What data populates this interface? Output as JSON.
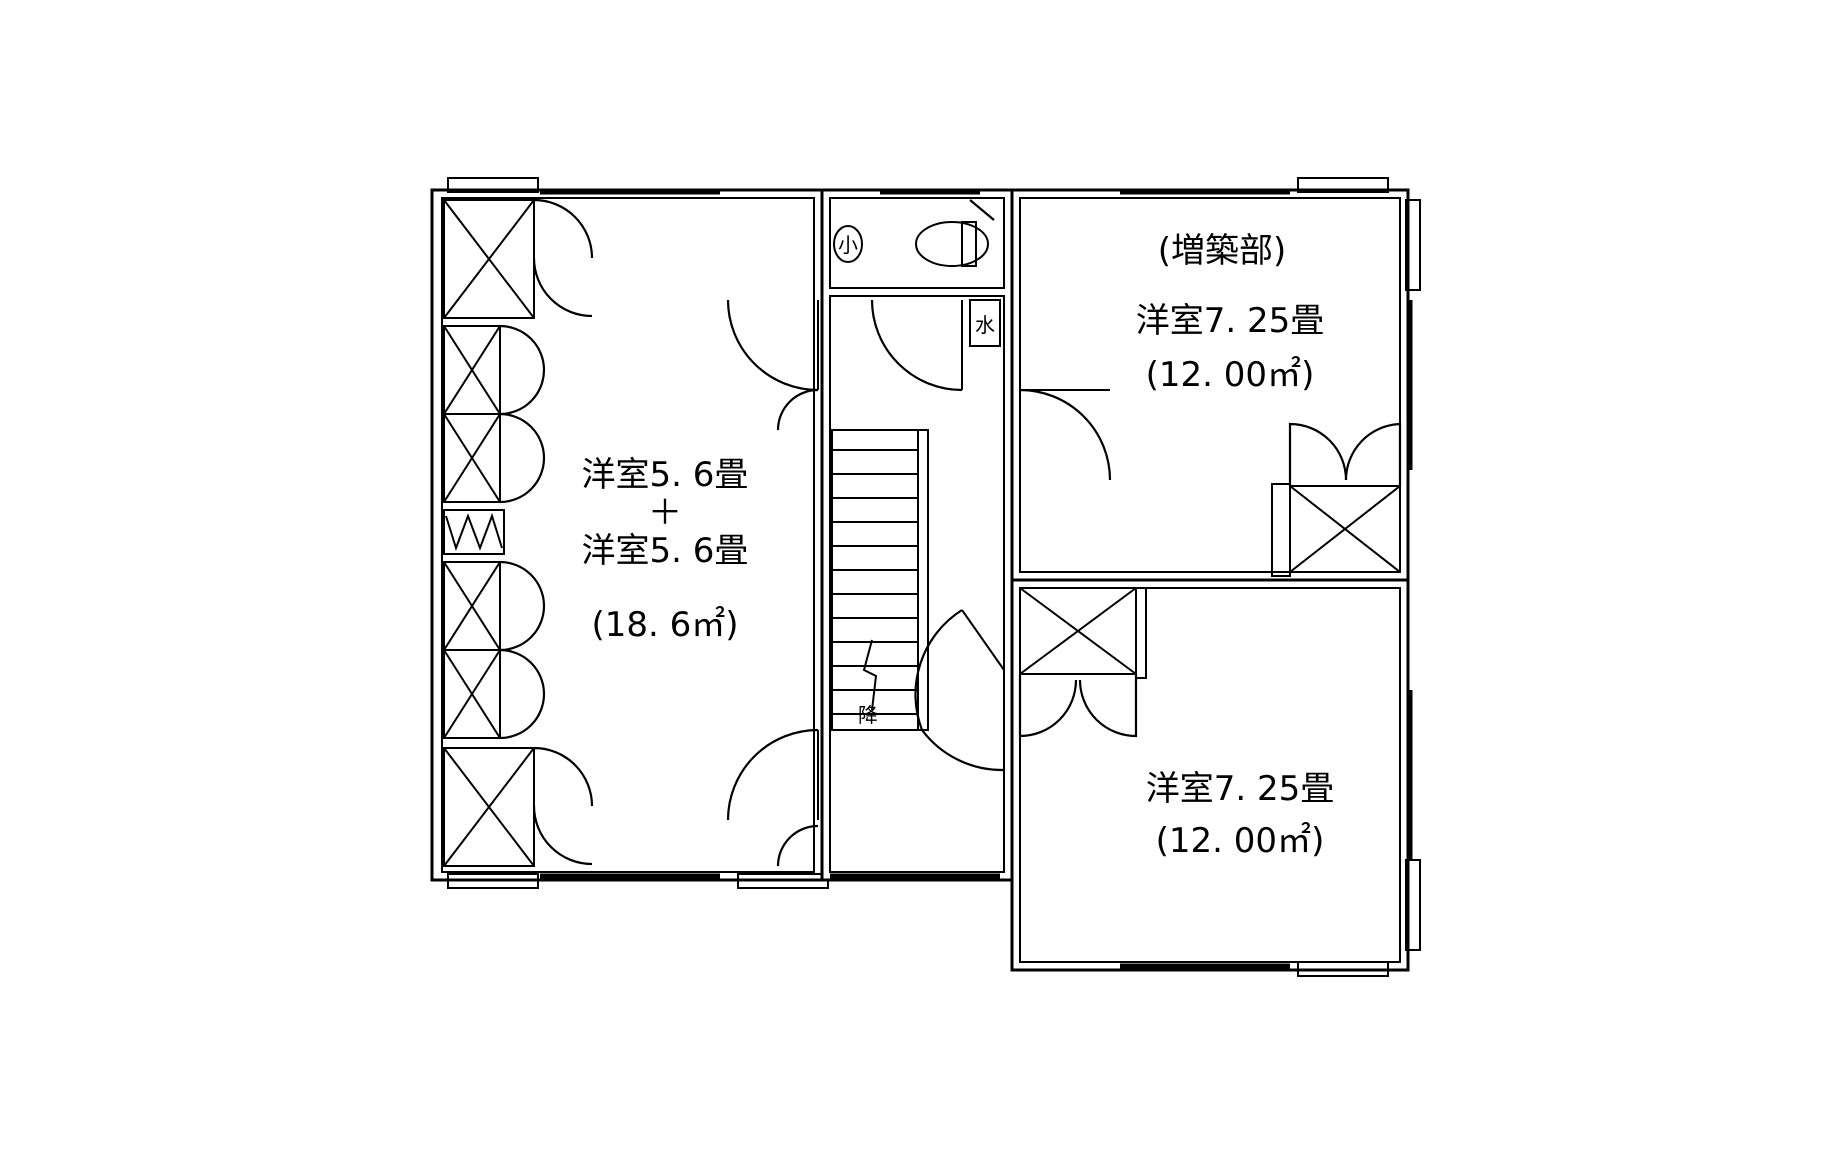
{
  "rooms": {
    "west": {
      "line1": "洋室5. 6畳",
      "plus": "＋",
      "line2": "洋室5. 6畳",
      "area": "(18. 6㎡)"
    },
    "ne": {
      "note": "(増築部)",
      "line1": "洋室7. 25畳",
      "area": "(12. 00㎡)"
    },
    "se": {
      "line1": "洋室7. 25畳",
      "area": "(12. 00㎡)"
    }
  },
  "fixtures": {
    "urinal": "小",
    "sink": "水",
    "stair_down": "降"
  }
}
